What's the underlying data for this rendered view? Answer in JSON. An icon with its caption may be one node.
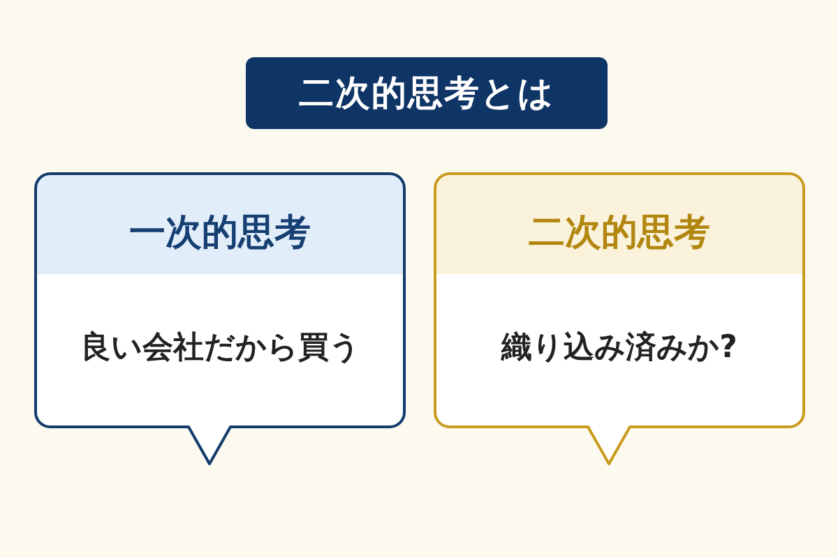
{
  "diagram": {
    "title": "二次的思考とは",
    "nodes": [
      {
        "text": [
          "一次的思考",
          "良い会社だから買う"
        ]
      },
      {
        "text": [
          "二次的思考",
          "織り込み済みか?"
        ]
      }
    ]
  }
}
